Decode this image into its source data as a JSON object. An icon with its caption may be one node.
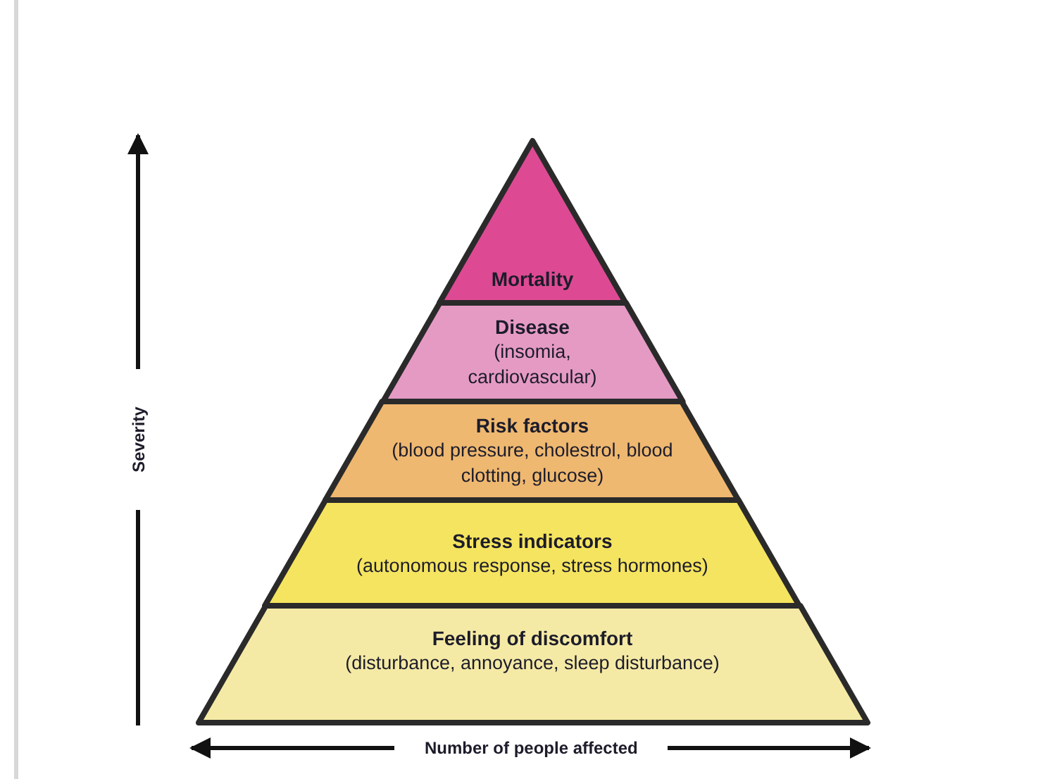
{
  "diagram": {
    "nodes": [
      {
        "text": [
          "Mortality"
        ]
      },
      {
        "text": [
          "Disease",
          "(insomia, cardiovascular)"
        ]
      },
      {
        "text": [
          "Risk factors",
          "(blood pressure, cholestrol, blood clotting, glucose)"
        ]
      },
      {
        "text": [
          "Stress indicators",
          "(autonomous response, stress hormones)"
        ]
      },
      {
        "text": [
          "Feeling of discomfort",
          "(disturbance, annoyance, sleep disturbance)"
        ]
      }
    ],
    "edges": [],
    "labels": [
      "Severity",
      "Number of people affected"
    ]
  }
}
